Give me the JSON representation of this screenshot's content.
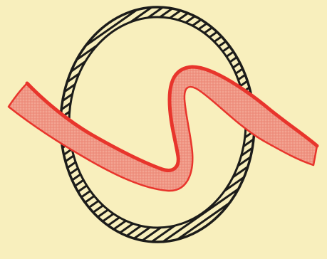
{
  "figure": {
    "elements": [
      {
        "name": "hatched-ring",
        "kind": "annular ring with diagonal hatching",
        "color": "#1c1c1a"
      },
      {
        "name": "red-s-band",
        "kind": "S-shaped band passing through the ring",
        "color": "#e8352c"
      }
    ],
    "colors": {
      "background": "#f8efbd",
      "ink": "#1c1c1a",
      "red_edge": "#e8352c",
      "red_fill": "#ef9a88"
    }
  }
}
